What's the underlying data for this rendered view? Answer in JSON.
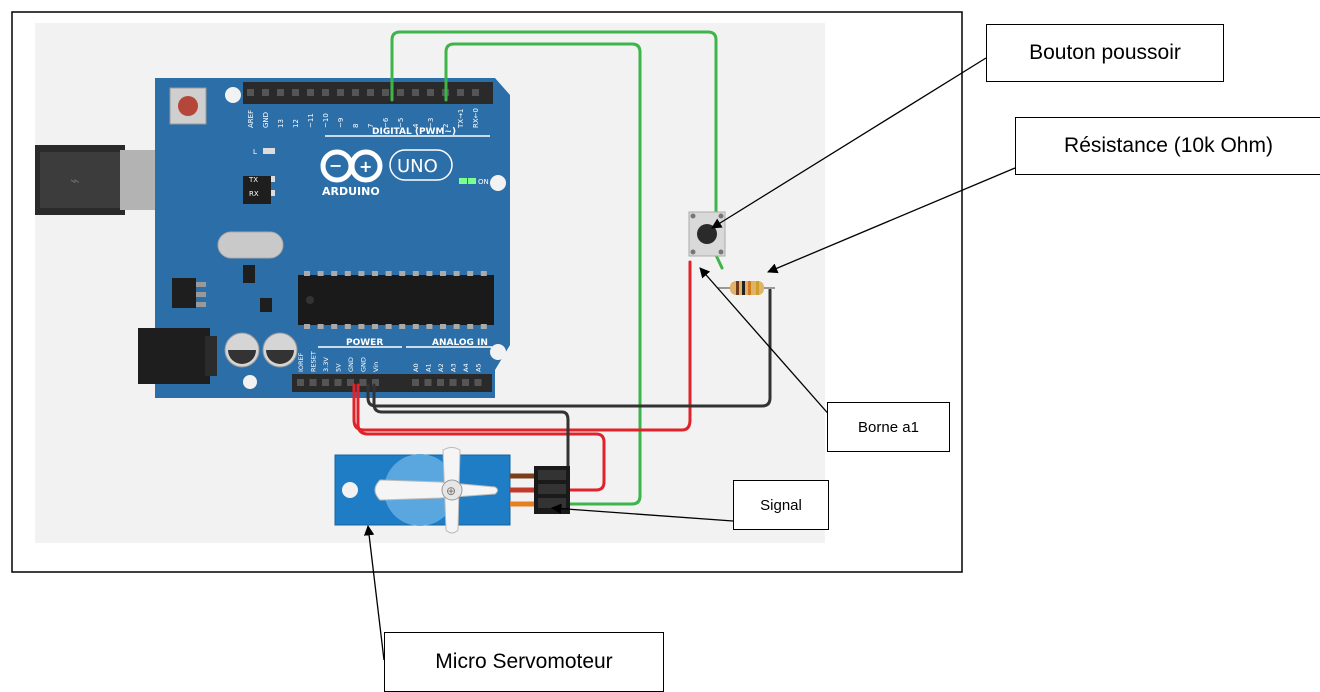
{
  "board": {
    "digital_header": "DIGITAL (PWM~)",
    "brand": "ARDUINO",
    "model": "UNO",
    "on_label": "ON",
    "power_label": "POWER",
    "analog_label": "ANALOG IN",
    "led_l": "L",
    "led_tx": "TX",
    "led_rx": "RX",
    "top_pins": [
      "AREF",
      "GND",
      "13",
      "12",
      "~11",
      "~10",
      "~9",
      "8",
      "7",
      "~6",
      "~5",
      "4",
      "~3",
      "2",
      "TX→1",
      "RX←0"
    ],
    "bottom_pins": [
      "IOREF",
      "RESET",
      "3.3V",
      "5V",
      "GND",
      "GND",
      "Vin",
      "A0",
      "A1",
      "A2",
      "A3",
      "A4",
      "A5"
    ]
  },
  "callouts": {
    "button": "Bouton poussoir",
    "resistor": "Résistance (10k Ohm)",
    "terminal": "Borne a1",
    "signal": "Signal",
    "servo": "Micro Servomoteur"
  },
  "colors": {
    "board": "#2C6FA8",
    "wire_green": "#3DB54A",
    "wire_red": "#E0232B",
    "wire_black": "#333333",
    "servo": "#1E7DC4",
    "frame_bg": "#F2F2F2"
  }
}
